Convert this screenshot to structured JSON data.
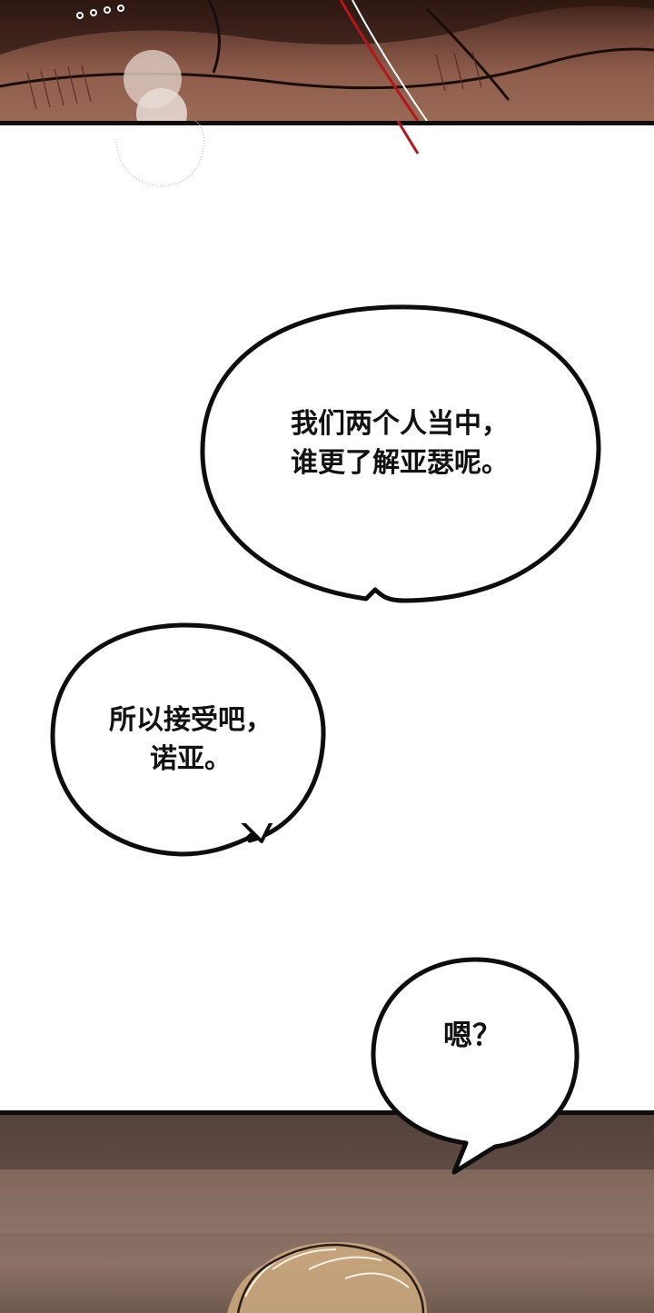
{
  "bubbles": {
    "bubble_1": {
      "lines": [
        "我们两个人当中，",
        "谁更了解亚瑟呢。"
      ]
    },
    "bubble_2": {
      "lines": [
        "所以接受吧，",
        "诺亚。"
      ]
    },
    "bubble_3": {
      "lines": [
        "嗯？"
      ]
    }
  },
  "colors": {
    "panel_top": "#8e5d4c",
    "panel_bottom": "#7b6259",
    "outline": "#0d0d0d",
    "accent_red": "#b3161b"
  }
}
